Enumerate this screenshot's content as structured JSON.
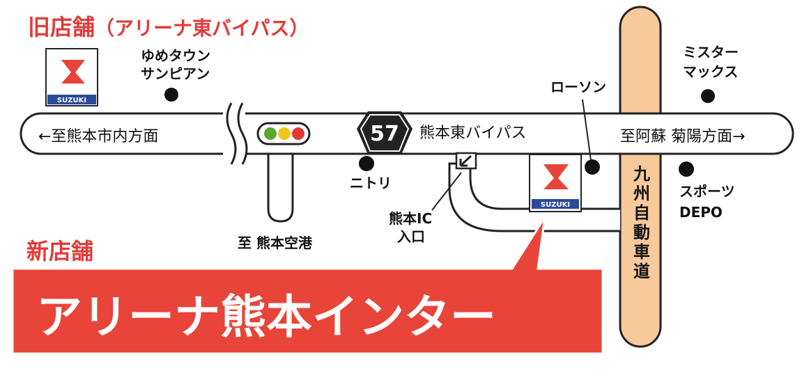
{
  "old_store": {
    "heading": "旧店舗",
    "subheading": "（アリーナ東バイパス）"
  },
  "new_store": {
    "heading": "新店舗",
    "name": "アリーナ熊本インター"
  },
  "brand": {
    "logo_text": "SUZUKI",
    "color": "#e8443a"
  },
  "colors": {
    "accent_red": "#e8443a",
    "expressway": "#f7c99b",
    "road_fill": "#ffffff",
    "road_outline": "#222222",
    "signal_green": "#5aa832",
    "signal_yellow": "#f0c419",
    "signal_red": "#e23a3a"
  },
  "roads": {
    "main_left": "←至熊本市内方面",
    "main_center": "熊本東バイパス",
    "main_right": "至阿蘇 菊陽方面→",
    "route_number": "57",
    "airport": "至 熊本空港",
    "expressway": "九州自動車道",
    "ic_line1": "熊本IC",
    "ic_line2": "入口"
  },
  "landmarks": {
    "youme_line1": "ゆめタウン",
    "youme_line2": "サンピアン",
    "mister_line1": "ミスター",
    "mister_line2": "マックス",
    "lawson": "ローソン",
    "nitori": "ニトリ",
    "sports_line1": "スポーツ",
    "sports_line2": "DEPO"
  }
}
